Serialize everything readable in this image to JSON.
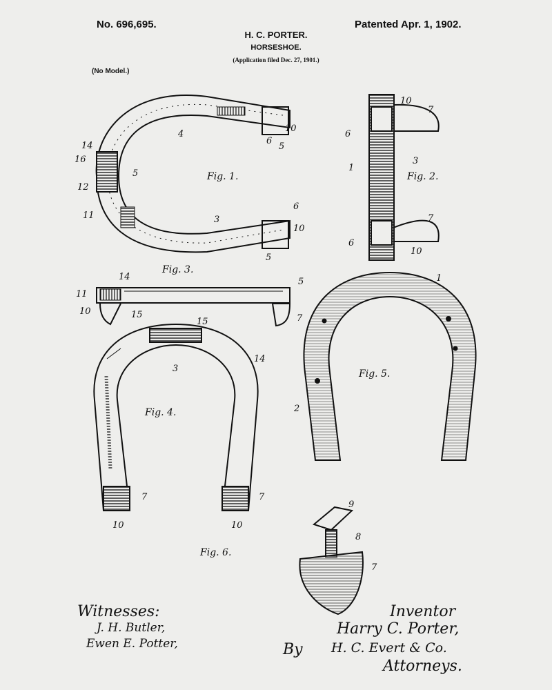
{
  "header": {
    "patent_number": "No. 696,695.",
    "patent_date": "Patented Apr. 1, 1902.",
    "inventor_name": "H. C. PORTER.",
    "title": "HORSESHOE.",
    "filed": "(Application filed Dec. 27, 1901.)",
    "model_note": "(No Model.)"
  },
  "figures": {
    "fig1": "Fig. 1.",
    "fig2": "Fig. 2.",
    "fig3": "Fig. 3.",
    "fig4": "Fig. 4.",
    "fig5": "Fig. 5.",
    "fig6": "Fig. 6."
  },
  "numerals": {
    "n1": "1",
    "n2": "2",
    "n3": "3",
    "n4": "4",
    "n5": "5",
    "n6": "6",
    "n7": "7",
    "n8": "8",
    "n9": "9",
    "n10": "10",
    "n11": "11",
    "n12": "12",
    "n14": "14",
    "n15": "15",
    "n16": "16"
  },
  "signatures": {
    "witnesses_label": "Witnesses:",
    "witness1": "J. H. Butler,",
    "witness2": "Ewen E. Potter,",
    "inventor_label": "Inventor",
    "inventor": "Harry C. Porter,",
    "by": "By",
    "attorney": "H. C. Evert & Co.",
    "attorneys_label": "Attorneys."
  }
}
